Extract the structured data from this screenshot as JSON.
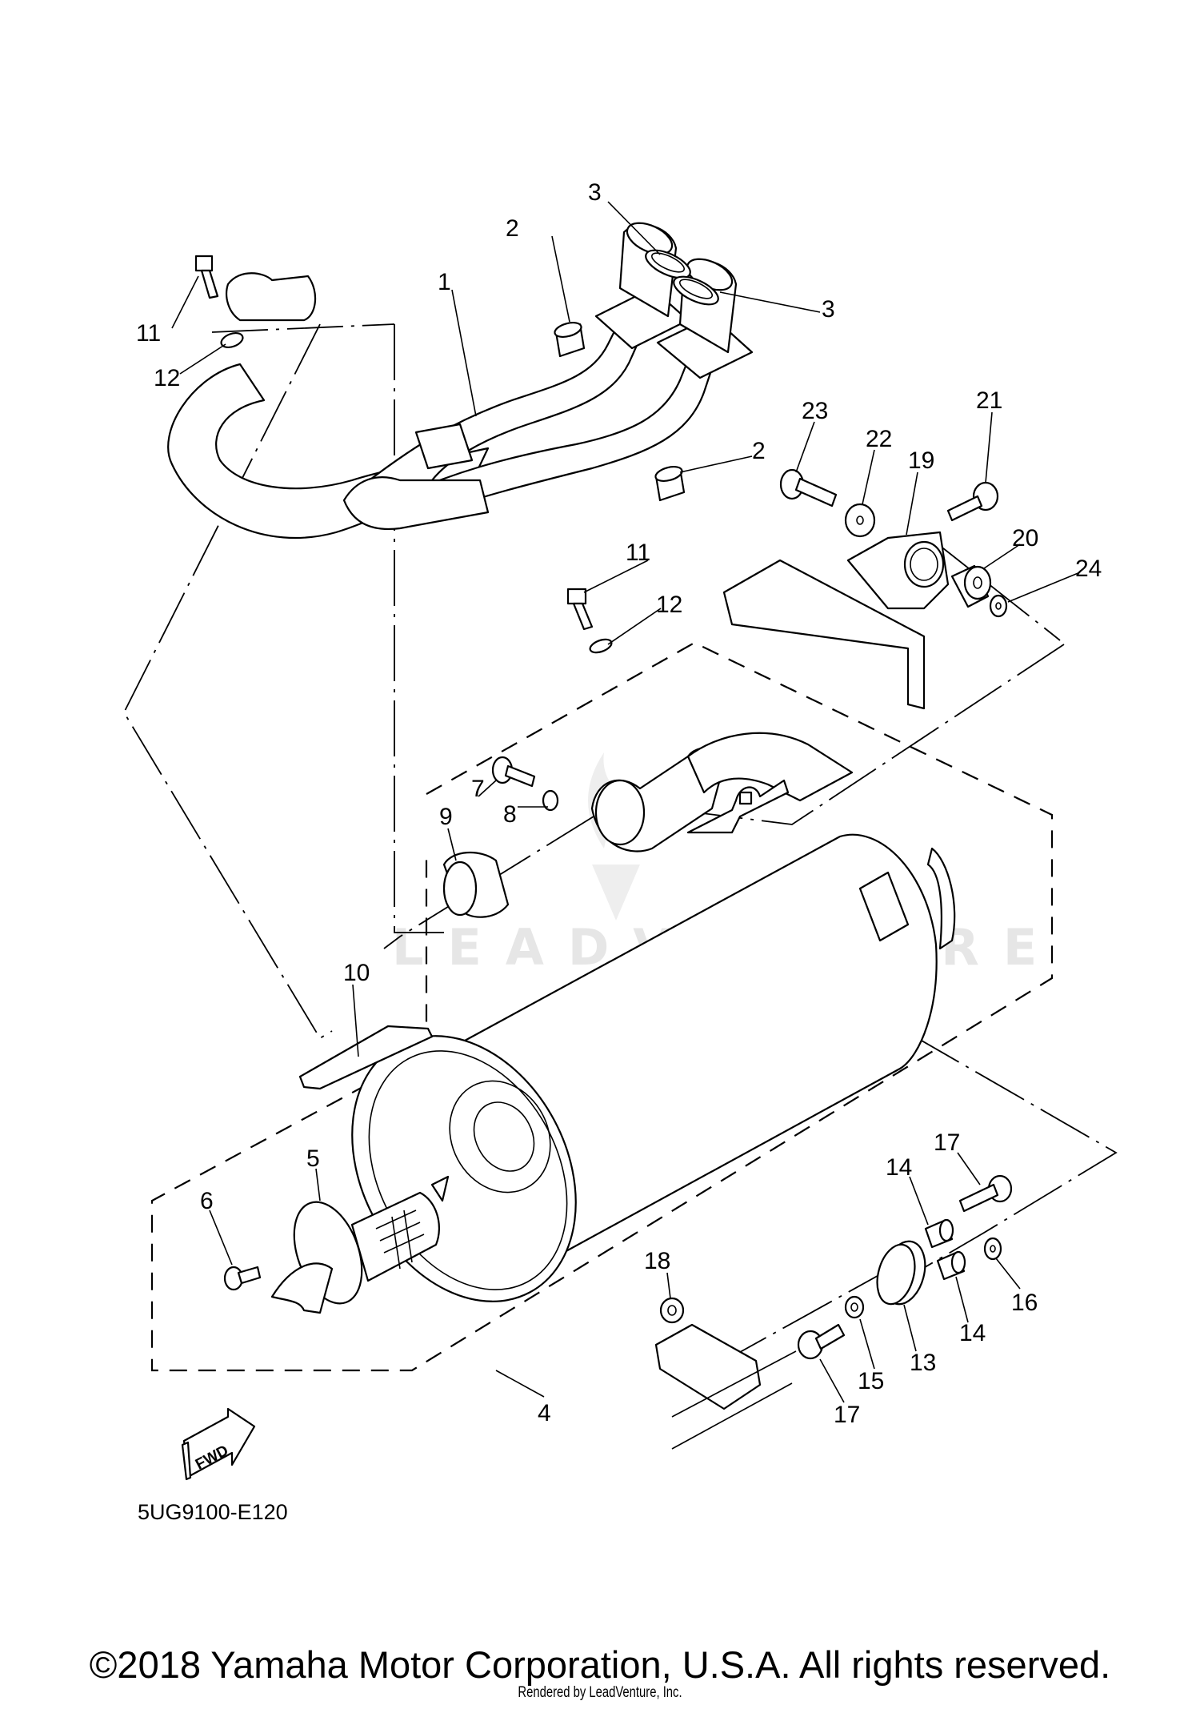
{
  "diagram": {
    "title": "Exhaust system exploded parts diagram",
    "drawing_code": "5UG9100-E120",
    "fwd_label": "FWD",
    "watermark": "LEADVENTURE",
    "copyright": "©2018 Yamaha Motor Corporation, U.S.A. All rights reserved.",
    "rendered_by": "Rendered by LeadVenture, Inc.",
    "callouts": [
      {
        "id": "c1",
        "label": "1",
        "part": "exhaust-pipe"
      },
      {
        "id": "c2a",
        "label": "2",
        "part": "nut"
      },
      {
        "id": "c2b",
        "label": "2",
        "part": "nut"
      },
      {
        "id": "c3a",
        "label": "3",
        "part": "gasket"
      },
      {
        "id": "c3b",
        "label": "3",
        "part": "gasket"
      },
      {
        "id": "c4",
        "label": "4",
        "part": "muffler-assembly"
      },
      {
        "id": "c5",
        "label": "5",
        "part": "spark-arrester"
      },
      {
        "id": "c6",
        "label": "6",
        "part": "screw"
      },
      {
        "id": "c7",
        "label": "7",
        "part": "bolt"
      },
      {
        "id": "c8",
        "label": "8",
        "part": "washer"
      },
      {
        "id": "c9",
        "label": "9",
        "part": "gasket-ring"
      },
      {
        "id": "c10",
        "label": "10",
        "part": "bracket-plate"
      },
      {
        "id": "c11a",
        "label": "11",
        "part": "bolt"
      },
      {
        "id": "c11b",
        "label": "11",
        "part": "bolt"
      },
      {
        "id": "c12a",
        "label": "12",
        "part": "washer"
      },
      {
        "id": "c12b",
        "label": "12",
        "part": "washer"
      },
      {
        "id": "c13",
        "label": "13",
        "part": "damper"
      },
      {
        "id": "c14a",
        "label": "14",
        "part": "collar"
      },
      {
        "id": "c14b",
        "label": "14",
        "part": "collar"
      },
      {
        "id": "c15",
        "label": "15",
        "part": "washer"
      },
      {
        "id": "c16",
        "label": "16",
        "part": "washer"
      },
      {
        "id": "c17a",
        "label": "17",
        "part": "bolt"
      },
      {
        "id": "c17b",
        "label": "17",
        "part": "bolt"
      },
      {
        "id": "c18",
        "label": "18",
        "part": "nut"
      },
      {
        "id": "c19",
        "label": "19",
        "part": "bracket"
      },
      {
        "id": "c20",
        "label": "20",
        "part": "damper"
      },
      {
        "id": "c21",
        "label": "21",
        "part": "bolt"
      },
      {
        "id": "c22",
        "label": "22",
        "part": "washer"
      },
      {
        "id": "c23",
        "label": "23",
        "part": "bolt"
      },
      {
        "id": "c24",
        "label": "24",
        "part": "washer"
      }
    ]
  }
}
